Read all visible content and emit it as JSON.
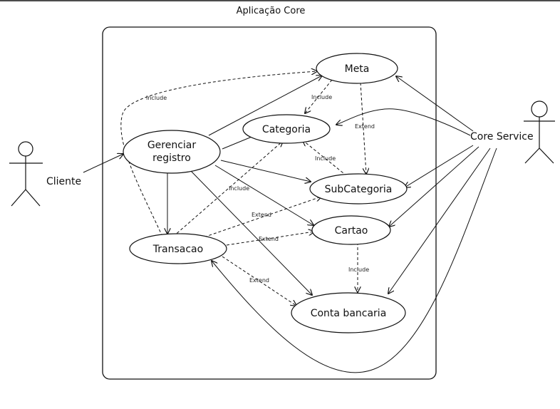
{
  "diagram": {
    "system_title": "Aplicação Core",
    "actors": {
      "cliente": "Cliente",
      "core_service": "Core Service"
    },
    "use_cases": {
      "meta": "Meta",
      "categoria": "Categoria",
      "gerenciar_registro_line1": "Gerenciar",
      "gerenciar_registro_line2": "registro",
      "subcategoria": "SubCategoria",
      "cartao": "Cartao",
      "transacao": "Transacao",
      "conta_bancaria": "Conta bancaria"
    },
    "relations": {
      "include_transacao_meta": "Include",
      "include_meta_categoria": "Include",
      "extend_meta_subcategoria": "Extend",
      "include_subcategoria_categoria": "Include",
      "include_transacao_categoria": "Include",
      "extend_transacao_subcategoria": "Extend",
      "extend_transacao_cartao": "Extend",
      "extend_transacao_conta": "Extend",
      "include_cartao_conta": "Include"
    }
  }
}
